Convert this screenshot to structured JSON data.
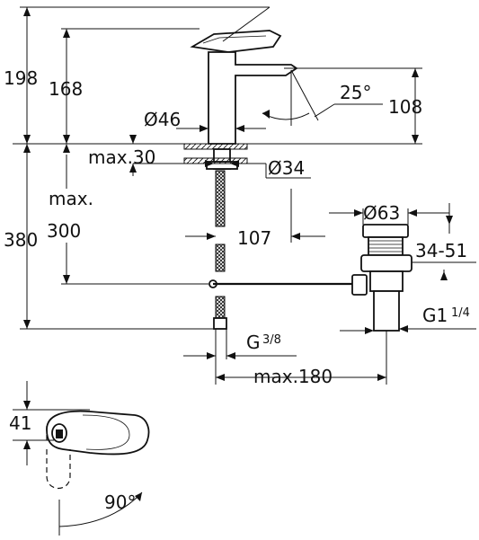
{
  "labels": {
    "h198": "198",
    "h168": "168",
    "a25": "25°",
    "h108": "108",
    "d46": "Ø46",
    "max30": "max.30",
    "d34": "Ø34",
    "max": "max.",
    "h380": "380",
    "h300": "300",
    "w107": "107",
    "d63": "Ø63",
    "r3451": "34-51",
    "g1": "G1",
    "g1frac": "1/4",
    "g": "G",
    "gfrac": "3/8",
    "max180": "max.180",
    "h41": "41",
    "a90": "90°"
  }
}
